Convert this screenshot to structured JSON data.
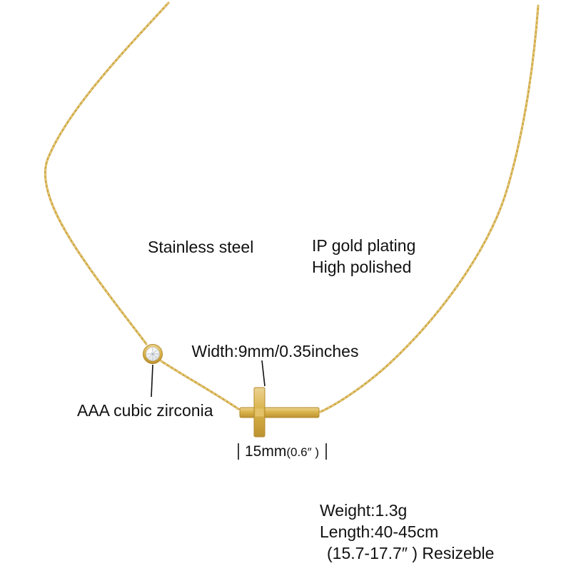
{
  "annotations": {
    "material": "Stainless steel",
    "plating_line1": "IP gold plating",
    "plating_line2": "High polished",
    "width": "Width:9mm/0.35inches",
    "stone": "AAA cubic zirconia",
    "size_value": "15mm",
    "size_unit": "(0.6″ )",
    "weight": "Weight:1.3g",
    "length": "Length:40-45cm",
    "resize": "(15.7-17.7″ ) Resizeble"
  },
  "colors": {
    "gold": "#d4af37",
    "gold_light": "#ecd393",
    "gold_dark": "#b8860b",
    "text": "#111111",
    "background": "#ffffff"
  }
}
